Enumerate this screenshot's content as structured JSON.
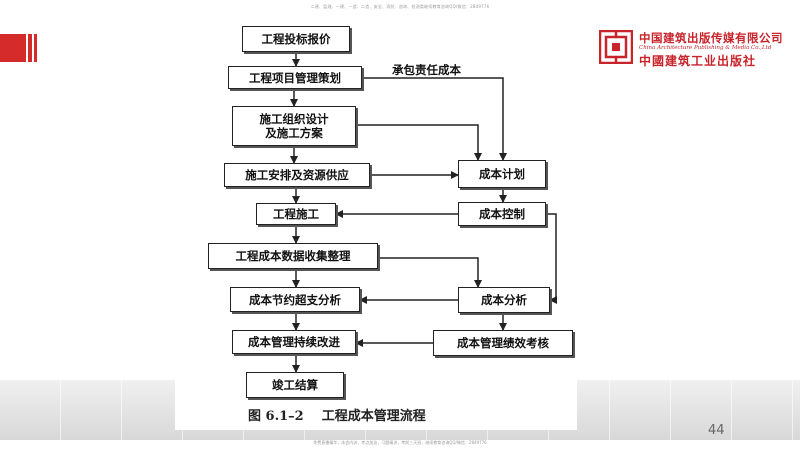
{
  "header_text": "二建、监理、一建、一造、二造、安全、消防、咨询、检测类继续教育咨询QQ/微信：2849776",
  "footer_text": "免费直播精华，本会内训，考点加油，习题精讲，考前三天班，继续教育咨询QQ/微信：2849776",
  "logo": {
    "name_cn": "中国建筑出版传媒有限公司",
    "name_en": "China Architecture Publishing & Media Co.,Ltd",
    "name_calligraphy": "中國建筑工业出版社",
    "color": "#c8242b"
  },
  "diagram": {
    "nodes": {
      "n1": "工程投标报价",
      "n2": "工程项目管理策划",
      "n3a": "施工组织设计",
      "n3b": "及施工方案",
      "n4": "施工安排及资源供应",
      "n5": "工程施工",
      "n6": "工程成本数据收集整理",
      "n7": "成本节约超支分析",
      "n8": "成本管理持续改进",
      "n9": "竣工结算",
      "r1": "成本计划",
      "r2": "成本控制",
      "r3": "成本分析",
      "r4": "成本管理绩效考核"
    },
    "edge_label": "承包责任成本",
    "caption": "图 6.1–2    工程成本管理流程"
  },
  "page_number": "44"
}
